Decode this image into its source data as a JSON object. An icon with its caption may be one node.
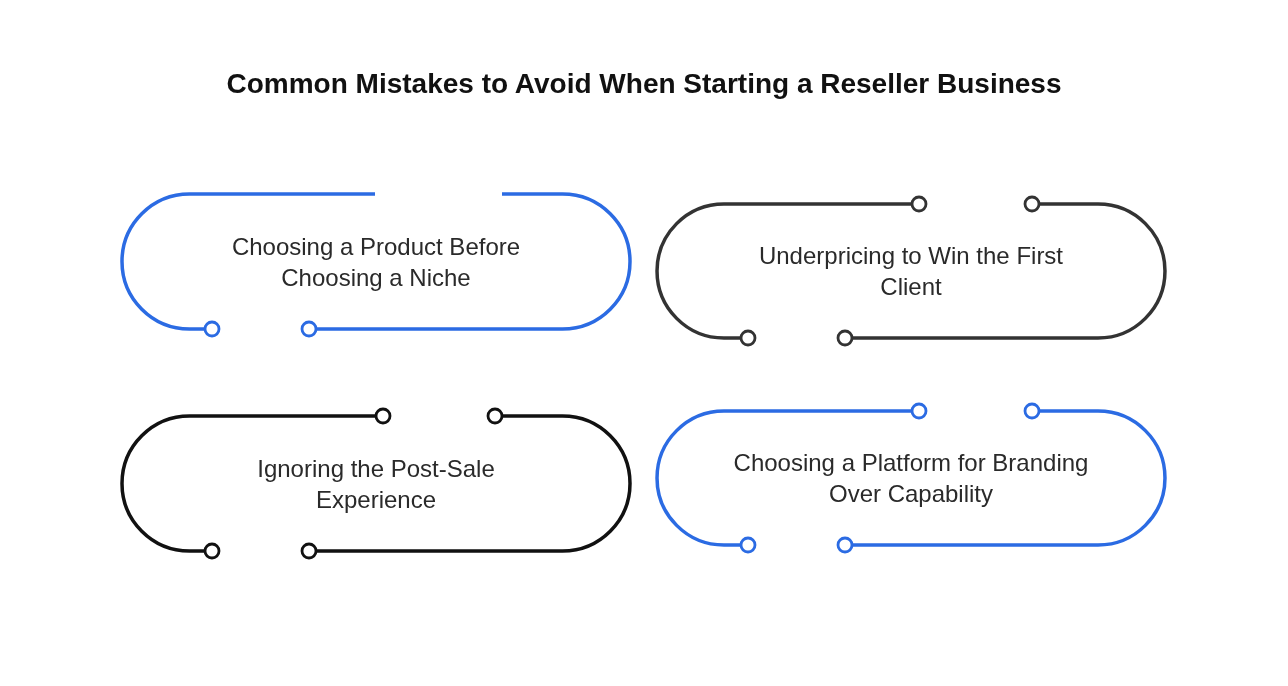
{
  "diagram": {
    "title": "Common Mistakes to Avoid When Starting a Reseller Business",
    "nodes": [
      {
        "text": [
          "Choosing a Product Before Choosing a Niche"
        ]
      },
      {
        "text": [
          "Underpricing to Win the First Client"
        ]
      },
      {
        "text": [
          "Ignoring the Post-Sale Experience"
        ]
      },
      {
        "text": [
          "Choosing a Platform for Branding Over Capability"
        ]
      }
    ]
  }
}
